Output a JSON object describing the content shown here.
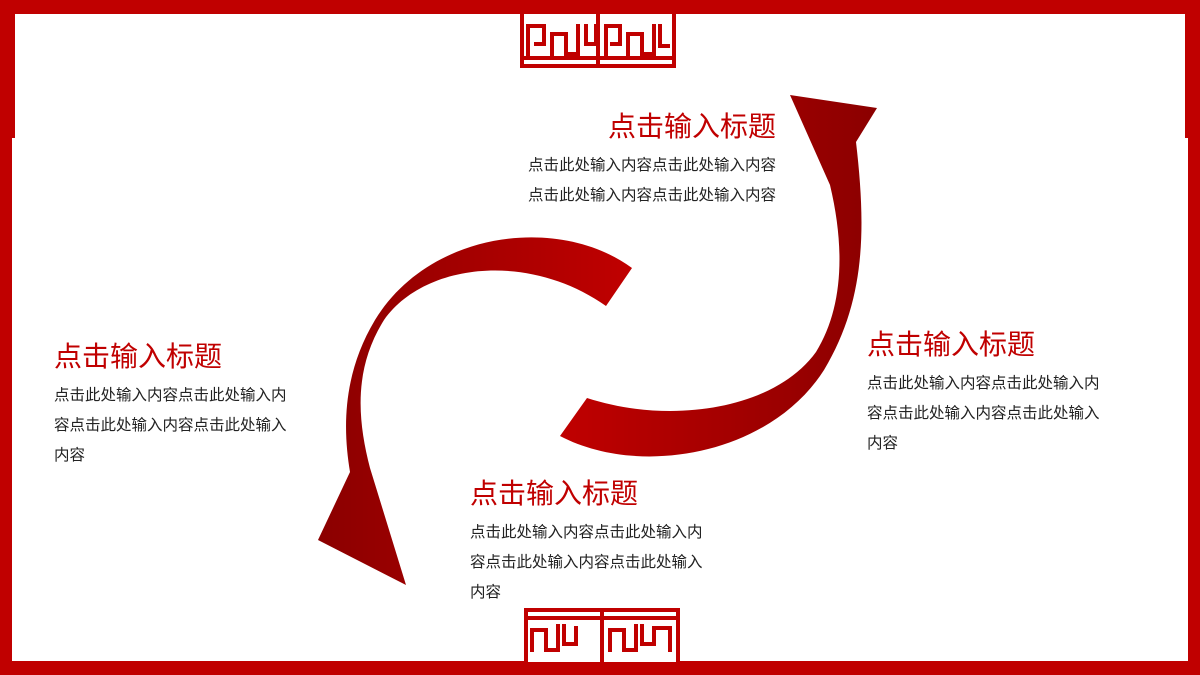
{
  "accent_color": "#c00000",
  "dark_accent_color": "#8b0000",
  "blocks": {
    "top": {
      "title": "点击输入标题",
      "lines": [
        "点击此处输入内容点击此处输入内容",
        "点击此处输入内容点击此处输入内容"
      ]
    },
    "left": {
      "title": "点击输入标题",
      "lines": [
        "点击此处输入内容点击此处输入内",
        "容点击此处输入内容点击此处输入",
        "内容"
      ]
    },
    "right": {
      "title": "点击输入标题",
      "lines": [
        "点击此处输入内容点击此处输入内",
        "容点击此处输入内容点击此处输入",
        "内容"
      ]
    },
    "bottom": {
      "title": "点击输入标题",
      "lines": [
        "点击此处输入内容点击此处输入内",
        "容点击此处输入内容点击此处输入",
        "内容"
      ]
    }
  }
}
